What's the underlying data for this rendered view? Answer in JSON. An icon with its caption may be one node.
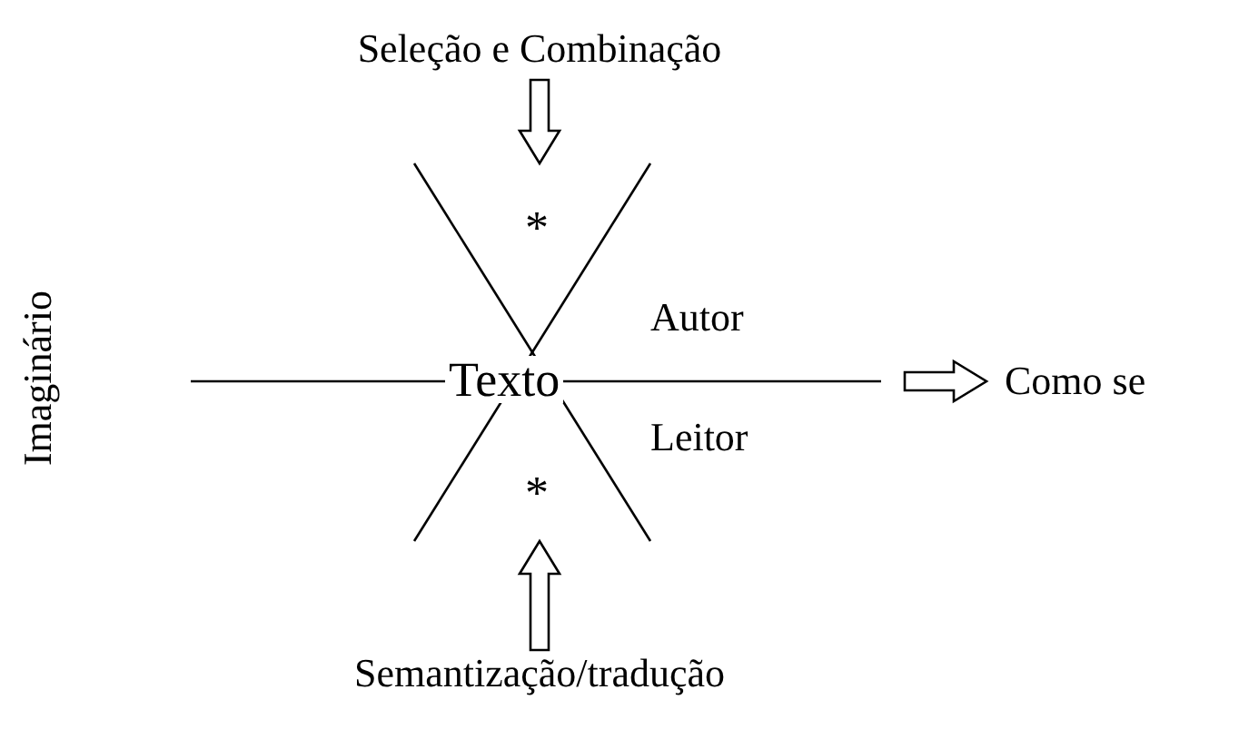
{
  "diagram": {
    "nodes": [
      {
        "text": [
          "Seleção e Combinação"
        ]
      },
      {
        "text": [
          "Texto"
        ]
      },
      {
        "text": [
          "Como se"
        ]
      },
      {
        "text": [
          "Semantização/tradução"
        ]
      }
    ],
    "edges": [
      {
        "from": 0,
        "to": 1,
        "arrow": "to"
      },
      {
        "from": 3,
        "to": 1,
        "arrow": "to"
      },
      {
        "from": 1,
        "to": 2,
        "arrow": "to"
      }
    ],
    "labels": [
      "Imaginário",
      "*",
      "Autor",
      "Leitor",
      "*"
    ]
  }
}
